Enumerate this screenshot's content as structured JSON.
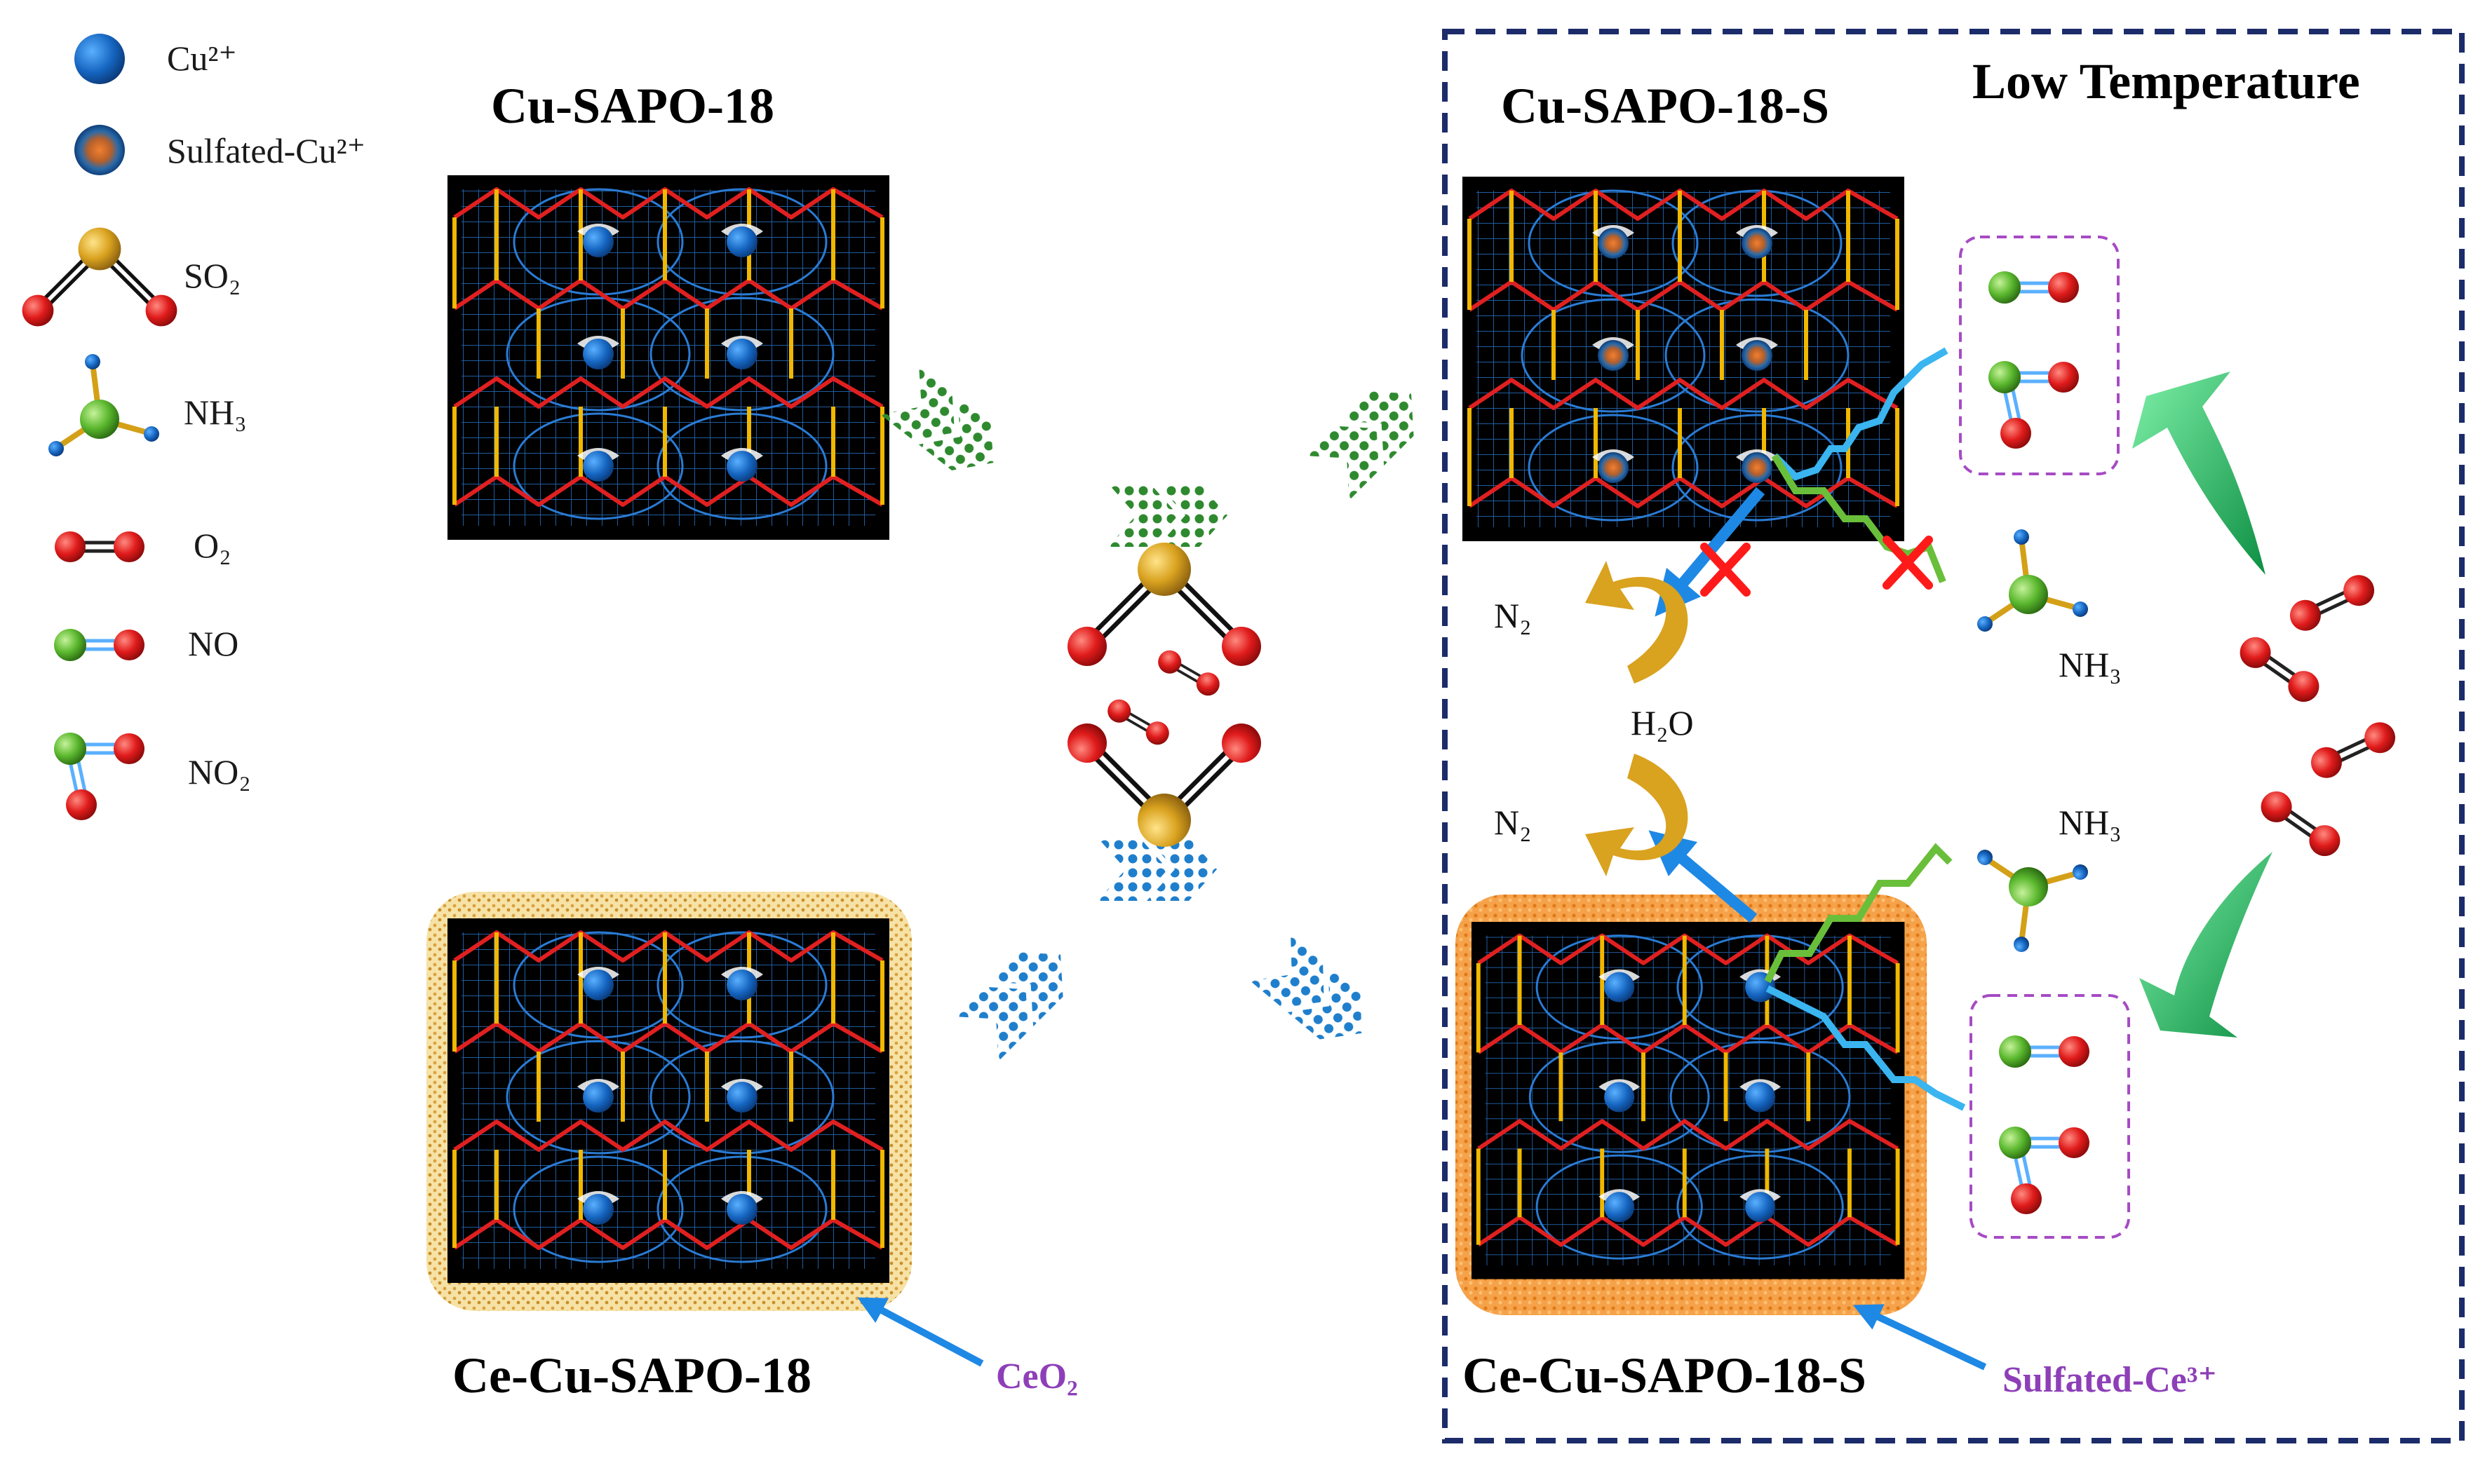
{
  "legend": {
    "cu": "Cu²⁺",
    "sulfated_cu": "Sulfated-Cu²⁺",
    "so2": "SO₂",
    "nh3": "NH₃",
    "o2": "O₂",
    "no": "NO",
    "no2": "NO₂"
  },
  "panels": {
    "cu_sapo": "Cu-SAPO-18",
    "ce_cu_sapo": "Ce-Cu-SAPO-18",
    "cu_sapo_s": "Cu-SAPO-18-S",
    "ce_cu_sapo_s": "Ce-Cu-SAPO-18-S"
  },
  "labels": {
    "low_temperature": "Low Temperature",
    "ceo2": "CeO₂",
    "sulfated_ce": "Sulfated-Ce³⁺",
    "n2_top": "N₂",
    "n2_bottom": "N₂",
    "h2o": "H₂O",
    "nh3_top": "NH₃",
    "nh3_bottom": "NH₃"
  },
  "colors": {
    "cu_ion": "#1565c0",
    "sulfated_core": "#e06a1e",
    "sulfur": "#d9a21f",
    "oxygen": "#e01b1b",
    "nitrogen": "#5bb82e",
    "bond_nh3": "#d4a017",
    "framework_red": "#e02020",
    "framework_yellow": "#f0b800",
    "mesh": "#2a7bd4",
    "ceo2_shell": "#f2cf7a",
    "sulfated_ce_shell": "#f29a3a",
    "green_arrow": "#17b35a",
    "dashed_frame": "#1c2c6a",
    "purple_label": "#8e3fb8"
  }
}
